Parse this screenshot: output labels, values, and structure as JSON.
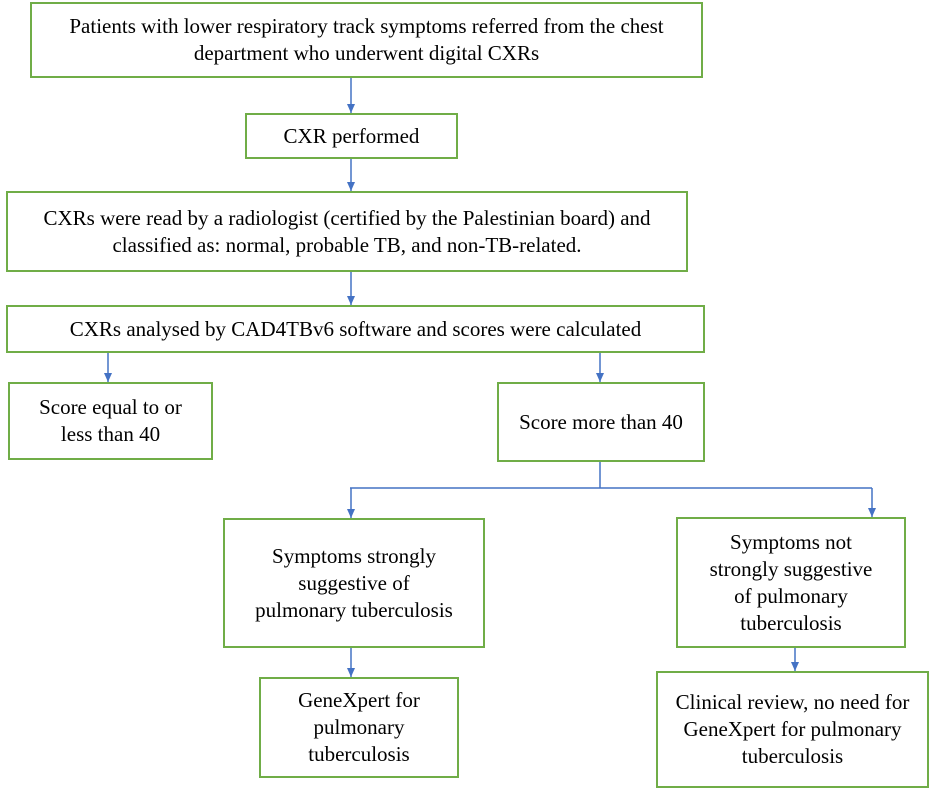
{
  "flowchart": {
    "patients": "Patients with lower respiratory track symptoms referred from the chest department who underwent digital CXRs",
    "cxr_performed": "CXR performed",
    "radiologist_read": "CXRs were read by a radiologist (certified by the Palestinian board) and classified as: normal, probable TB, and non-TB-related.",
    "cad_analysis": "CXRs analysed by CAD4TBv6 software and scores were calculated",
    "score_low": "Score equal to or less than 40",
    "score_high": "Score more than 40",
    "symptoms_strong": "Symptoms strongly suggestive of pulmonary tuberculosis",
    "symptoms_not_strong": "Symptoms not strongly suggestive of pulmonary tuberculosis",
    "genexpert": "GeneXpert for pulmonary tuberculosis",
    "clinical_review": "Clinical review, no need for GeneXpert for pulmonary tuberculosis"
  },
  "colors": {
    "box_border": "#70ad47",
    "arrow": "#4472c4"
  }
}
